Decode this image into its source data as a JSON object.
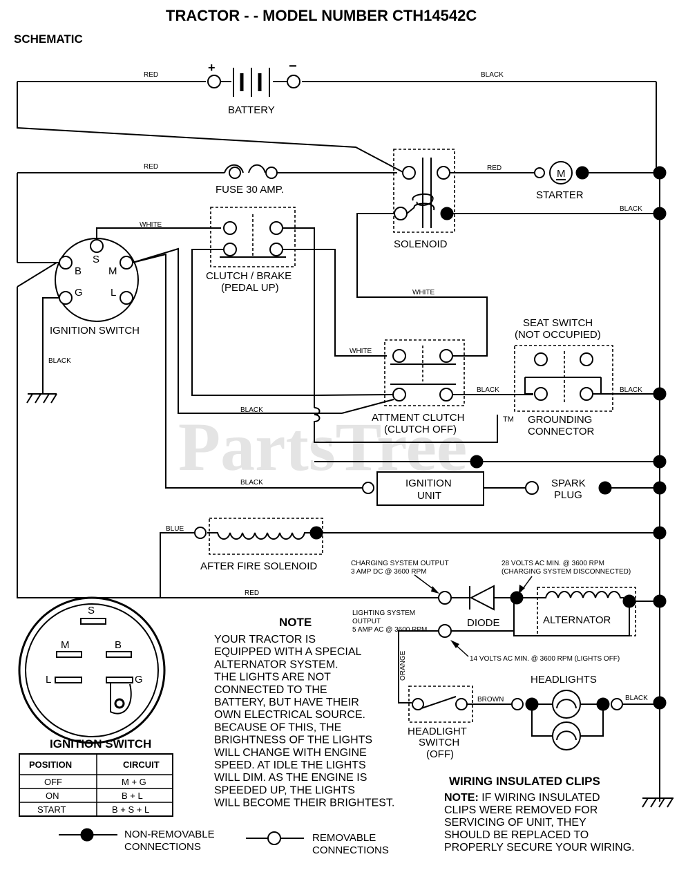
{
  "title": "TRACTOR - - MODEL NUMBER CTH14542C",
  "subtitle": "SCHEMATIC",
  "watermark": "PartsTree",
  "watermark_tm": "TM",
  "components": {
    "battery": "BATTERY",
    "battery_plus": "+",
    "battery_minus": "−",
    "fuse": "FUSE 30 AMP.",
    "solenoid": "SOLENOID",
    "starter": "STARTER",
    "starter_m": "M",
    "clutch_brake_1": "CLUTCH / BRAKE",
    "clutch_brake_2": "(PEDAL UP)",
    "ignition_switch": "IGNITION SWITCH",
    "ign_terms": {
      "b": "B",
      "s": "S",
      "m": "M",
      "g": "G",
      "l": "L"
    },
    "seat_switch_1": "SEAT SWITCH",
    "seat_switch_2": "(NOT OCCUPIED)",
    "attm_clutch_1": "ATTMENT CLUTCH",
    "attm_clutch_2": "(CLUTCH OFF)",
    "grounding_1": "GROUNDING",
    "grounding_2": "CONNECTOR",
    "ignition_unit_1": "IGNITION",
    "ignition_unit_2": "UNIT",
    "spark_plug_1": "SPARK",
    "spark_plug_2": "PLUG",
    "after_fire": "AFTER FIRE SOLENOID",
    "diode": "DIODE",
    "alternator": "ALTERNATOR",
    "headlights": "HEADLIGHTS",
    "headlight_switch_1": "HEADLIGHT",
    "headlight_switch_2": "SWITCH",
    "headlight_switch_3": "(OFF)"
  },
  "wire_labels": {
    "red_top": "RED",
    "black_top": "BLACK",
    "red_fuse": "RED",
    "red_starter": "RED",
    "black_solenoid": "BLACK",
    "white_clutch": "WHITE",
    "white_mid": "WHITE",
    "white_attm": "WHITE",
    "black_ign": "BLACK",
    "black_attm_left": "BLACK",
    "black_attm_right": "BLACK",
    "black_seat_right": "BLACK",
    "black_ign_unit": "BLACK",
    "blue": "BLUE",
    "red_alt": "RED",
    "orange": "ORANGE",
    "brown": "BROWN",
    "black_head": "BLACK"
  },
  "specs": {
    "charging_1": "CHARGING SYSTEM OUTPUT",
    "charging_2": "3 AMP DC @ 3600 RPM",
    "volts28_1": "28 VOLTS AC MIN. @ 3600 RPM",
    "volts28_2": "(CHARGING SYSTEM DISCONNECTED)",
    "lighting_1": "LIGHTING SYSTEM",
    "lighting_2": "OUTPUT",
    "lighting_3": "5 AMP AC @ 3600 RPM",
    "volts14": "14 VOLTS AC MIN. @ 3600 RPM (LIGHTS OFF)"
  },
  "note": {
    "heading": "NOTE",
    "lines": [
      "YOUR TRACTOR IS",
      "EQUIPPED WITH A SPECIAL",
      "ALTERNATOR SYSTEM.",
      "THE LIGHTS ARE NOT",
      "CONNECTED TO THE",
      "BATTERY, BUT HAVE THEIR",
      "OWN ELECTRICAL SOURCE.",
      "BECAUSE OF THIS, THE",
      "BRIGHTNESS OF THE LIGHTS",
      "WILL CHANGE WITH ENGINE",
      "SPEED.  AT IDLE THE LIGHTS",
      "WILL DIM.  AS THE ENGINE IS",
      "SPEEDED UP, THE LIGHTS",
      "WILL BECOME THEIR BRIGHTEST."
    ]
  },
  "clips": {
    "heading": "WIRING INSULATED CLIPS",
    "note_label": "NOTE:",
    "line1": " IF WIRING INSULATED",
    "lines": [
      "CLIPS WERE REMOVED FOR",
      "SERVICING OF UNIT, THEY",
      "SHOULD BE REPLACED TO",
      "PROPERLY SECURE YOUR WIRING."
    ]
  },
  "switch_face": {
    "s": "S",
    "m": "M",
    "b": "B",
    "l": "L",
    "g": "G"
  },
  "ign_table": {
    "heading": "IGNITION SWITCH",
    "headers": [
      "POSITION",
      "CIRCUIT"
    ],
    "rows": [
      [
        "OFF",
        "M + G"
      ],
      [
        "ON",
        "B + L"
      ],
      [
        "START",
        "B + S + L"
      ]
    ]
  },
  "legend": {
    "nonremovable_1": "NON-REMOVABLE",
    "nonremovable_2": "CONNECTIONS",
    "removable_1": "REMOVABLE",
    "removable_2": "CONNECTIONS"
  }
}
